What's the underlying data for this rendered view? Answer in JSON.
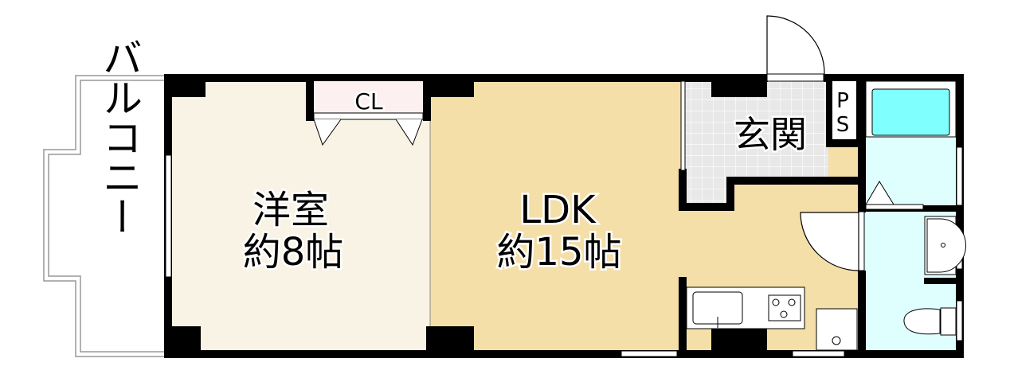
{
  "plan": {
    "rooms": {
      "balcony": {
        "label": "バルコニー"
      },
      "western_room": {
        "name": "洋室",
        "size": "約8帖"
      },
      "closet": {
        "label": "CL"
      },
      "ldk": {
        "name": "LDK",
        "size": "約15帖"
      },
      "entrance": {
        "label": "玄関"
      },
      "pipe_space": {
        "label_1": "P",
        "label_2": "S"
      }
    },
    "colors": {
      "western_room": "#f8f3e4",
      "ldk": "#f5dfa8",
      "closet": "#fdf0f0",
      "entrance": "#e8e8e8",
      "wet_area": "#dfffff",
      "bathtub": "#80ffff",
      "wall": "#000000"
    }
  }
}
